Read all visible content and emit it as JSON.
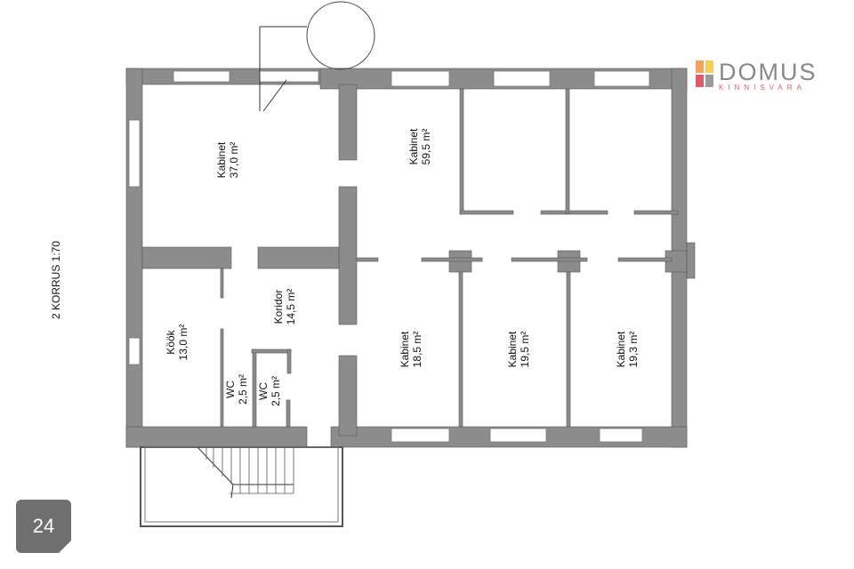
{
  "plan": {
    "scale_label": "2 KORRUS 1:70",
    "rooms": [
      {
        "name": "Kabinet",
        "area": "37,0 m²"
      },
      {
        "name": "Kabinet",
        "area": "59,5 m²"
      },
      {
        "name": "Koridor",
        "area": "14,5 m²"
      },
      {
        "name": "Köök",
        "area": "13,0 m²"
      },
      {
        "name": "WC",
        "area": "2,5 m²"
      },
      {
        "name": "WC",
        "area": "2,5 m²"
      },
      {
        "name": "Kabinet",
        "area": "18,5 m²"
      },
      {
        "name": "Kabinet",
        "area": "19,5 m²"
      },
      {
        "name": "Kabinet",
        "area": "19,3 m²"
      }
    ]
  },
  "logo": {
    "main": "DOMUS",
    "sub": "KINNISVARA",
    "colors": [
      "#f4a15f",
      "#f2d05a",
      "#e05a6a",
      "#9a9a9a"
    ]
  },
  "page_number": "24",
  "colors": {
    "wall": "#8c8c8c",
    "badge": "#6f6f6f"
  }
}
